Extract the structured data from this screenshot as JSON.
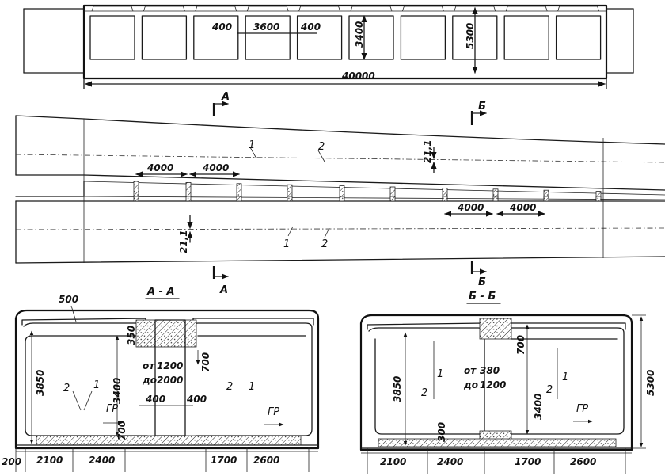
{
  "plan": {
    "dims": {
      "opening": "400",
      "span": "3600",
      "opening2": "400",
      "height": "3400",
      "width": "5300",
      "length": "40000"
    }
  },
  "profile": {
    "cut_a": "А",
    "cut_b": "Б",
    "marks": {
      "one": "1",
      "two": "2"
    },
    "slope": "21,1",
    "spacing": "4000"
  },
  "section_a": {
    "title": "А - А",
    "dims": {
      "cover": "500",
      "top": "350",
      "height": "3850",
      "inner": "3400",
      "gap": "1200",
      "from": "от",
      "to": "до",
      "to_value": "2000",
      "rib": "700",
      "wall_l": "400",
      "wall_r": "400",
      "base": "700",
      "gr": "ГР",
      "edge": "200",
      "w1": "2100",
      "w2": "2400",
      "w3": "1700",
      "w4": "2600"
    }
  },
  "section_b": {
    "title": "Б - Б",
    "dims": {
      "height": "3850",
      "from": "от",
      "from_value": "380",
      "to": "до",
      "to_value": "1200",
      "rib": "700",
      "inner": "3400",
      "base": "300",
      "gr": "ГР",
      "total": "5300",
      "w1": "2100",
      "w2": "2400",
      "w3": "1700",
      "w4": "2600"
    }
  }
}
